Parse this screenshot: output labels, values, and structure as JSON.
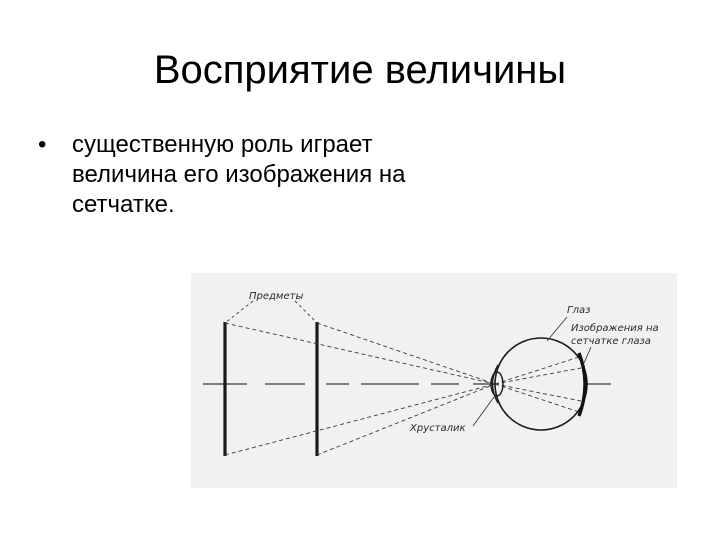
{
  "slide": {
    "title": "Восприятие величины",
    "bullets": [
      {
        "marker": "•",
        "line1": "существенную роль играет",
        "line2": "величина его изображения на",
        "line3": "сетчатке."
      }
    ]
  },
  "figure": {
    "labels": {
      "objects": "Предметы",
      "eye": "Глаз",
      "retina_image_line1": "Изображения на",
      "retina_image_line2": "сетчатке глаза",
      "lens": "Хрусталик"
    }
  },
  "colors": {
    "background": "#ffffff",
    "figure_background": "#f0f2ef",
    "ink": "#2a2a2a"
  }
}
